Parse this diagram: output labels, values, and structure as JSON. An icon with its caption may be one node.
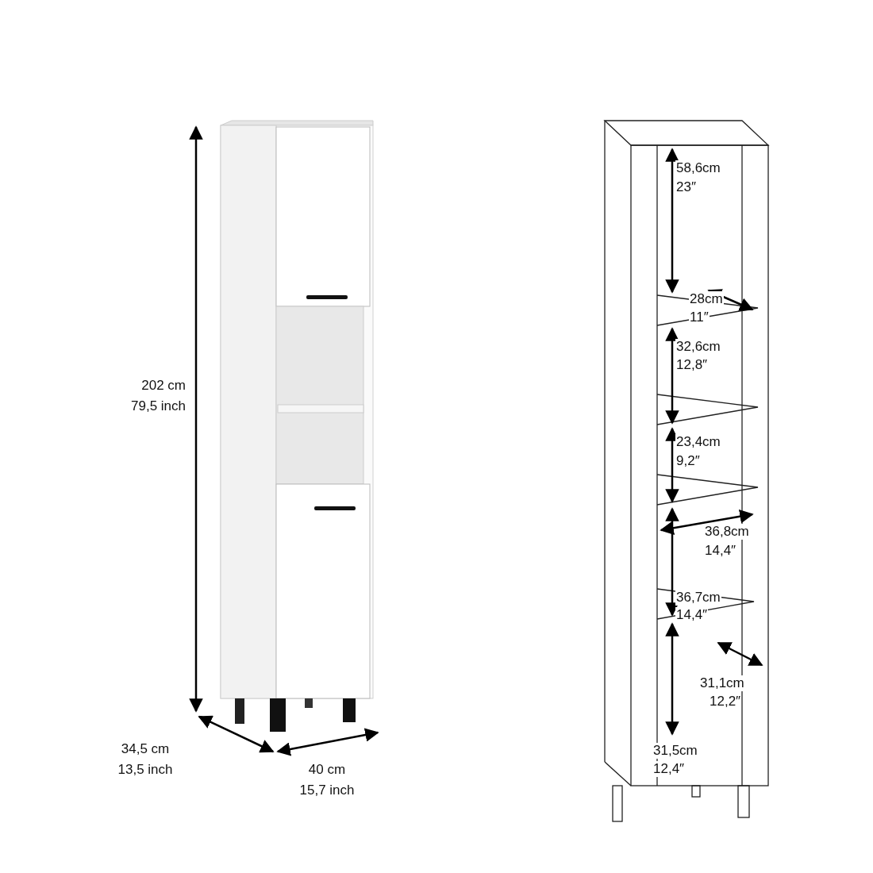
{
  "diagram": {
    "labels": [
      "202 cm",
      "79,5 inch",
      "34,5 cm",
      "13,5 inch",
      "40 cm",
      "15,7 inch",
      "58,6cm",
      "23″",
      "28cm",
      "11″",
      "32,6cm",
      "12,8″",
      "23,4cm",
      "9,2″",
      "36,8cm",
      "14,4″",
      "36,7cm",
      "14,4″",
      "31,1cm",
      "12,2″",
      "31,5cm",
      "12,4″"
    ]
  }
}
